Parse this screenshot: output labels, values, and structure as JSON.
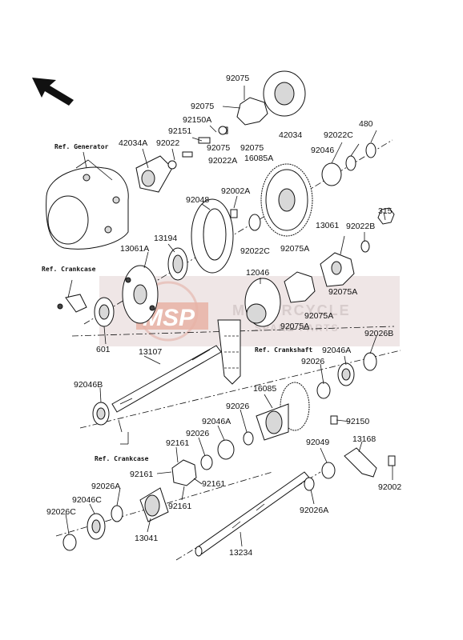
{
  "diagram": {
    "part_labels": [
      "92075",
      "92075",
      "92150A",
      "92151",
      "92022",
      "42034A",
      "92075",
      "92022A",
      "92075",
      "16085A",
      "42034",
      "92022C",
      "480",
      "92046",
      "92048",
      "92002A",
      "13194",
      "13061A",
      "92022C",
      "315",
      "92022B",
      "13061",
      "92075A",
      "12046",
      "92075A",
      "92075A",
      "92075A",
      "601",
      "13107",
      "92046A",
      "92026",
      "92026B",
      "92046B",
      "16085",
      "92026",
      "92046A",
      "92026",
      "92161",
      "92161",
      "92161",
      "92161",
      "92026A",
      "92046C",
      "92026C",
      "13041",
      "92150",
      "92049",
      "13168",
      "92002",
      "92026A",
      "13234"
    ],
    "refs": {
      "generator": "Ref. Generator",
      "crankcase_top": "Ref. Crankcase",
      "crankshaft": "Ref. Crankshaft",
      "crankcase_bottom": "Ref. Crankcase"
    },
    "watermark": {
      "logo": "MSP",
      "line1": "MOTORCYCLE",
      "line2": "SPARE PARTS"
    },
    "colors": {
      "watermark_bg": "#e9dede",
      "watermark_logo": "#e8b1a4",
      "ink": "#111111"
    }
  }
}
